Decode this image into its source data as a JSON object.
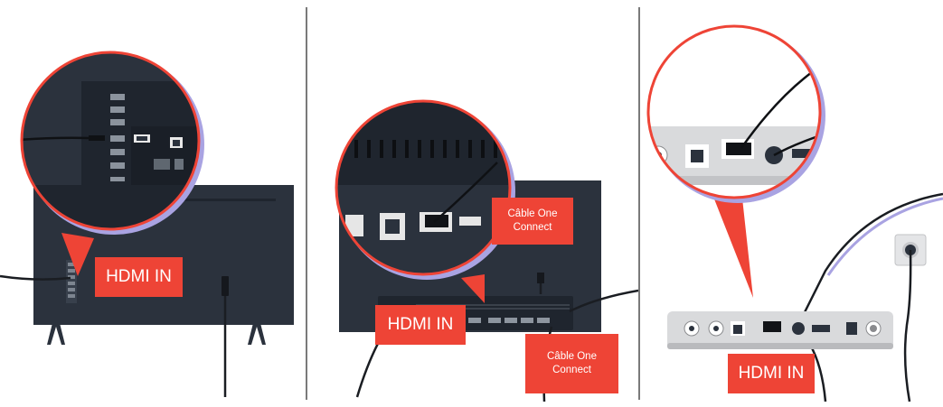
{
  "labels": {
    "hdmi_in": "HDMI IN",
    "one_connect_cable": "Câble One Connect"
  },
  "panels": [
    {
      "id": "panel-1",
      "callouts": [
        "HDMI IN"
      ]
    },
    {
      "id": "panel-2",
      "callouts": [
        "Câble One Connect",
        "HDMI IN",
        "Câble One Connect"
      ]
    },
    {
      "id": "panel-3",
      "callouts": [
        "HDMI IN"
      ]
    }
  ],
  "colors": {
    "tv_body": "#2b323d",
    "tv_body_dark": "#1f252e",
    "callout_red": "#ee4436",
    "zoom_shadow": "#a9a3e2",
    "box_silver": "#d9dadc",
    "divider": "#7a7a7a"
  }
}
